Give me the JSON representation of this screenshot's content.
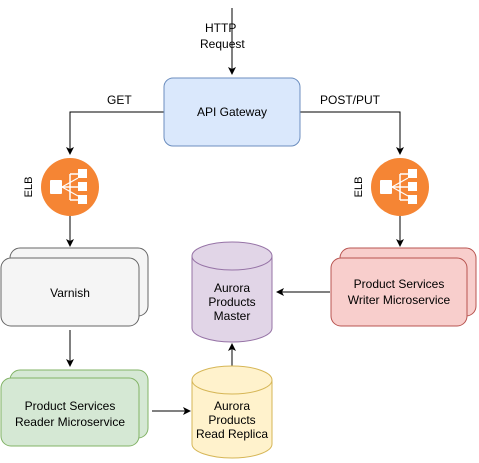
{
  "diagram": {
    "http_request": {
      "line1": "HTTP",
      "line2": "Request"
    },
    "api_gateway": {
      "label": "API Gateway",
      "fill": "#dae8fc",
      "stroke": "#6c8ebf"
    },
    "edge_get": "GET",
    "edge_post_put": "POST/PUT",
    "elb_left": {
      "label": "ELB",
      "icon": "load-balancer-icon",
      "color": "#f58534"
    },
    "elb_right": {
      "label": "ELB",
      "icon": "load-balancer-icon",
      "color": "#f58534"
    },
    "varnish": {
      "label": "Varnish",
      "fill": "#f5f5f5",
      "stroke": "#666666"
    },
    "writer": {
      "line1": "Product Services",
      "line2": "Writer Microservice",
      "fill": "#f8cecc",
      "stroke": "#b85450"
    },
    "reader": {
      "line1": "Product Services",
      "line2": "Reader Microservice",
      "fill": "#d5e8d4",
      "stroke": "#82b366"
    },
    "master_db": {
      "line1": "Aurora",
      "line2": "Products",
      "line3": "Master",
      "fill": "#e1d5e7",
      "stroke": "#9673a6"
    },
    "replica_db": {
      "line1": "Aurora",
      "line2": "Products",
      "line3": "Read Replica",
      "fill": "#fff2cc",
      "stroke": "#d6b656"
    }
  }
}
